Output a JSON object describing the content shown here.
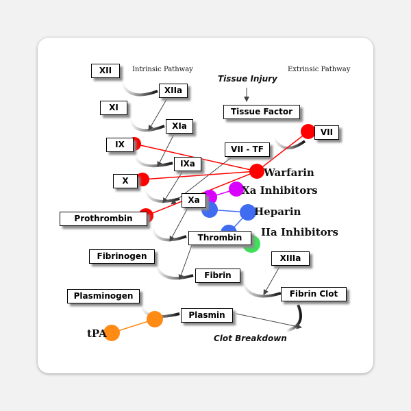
{
  "headings": {
    "intrinsic": "Intrinsic Pathway",
    "extrinsic": "Extrinsic Pathway",
    "tissue_injury": "Tissue Injury",
    "clot_breakdown": "Clot Breakdown"
  },
  "factors": {
    "xii": "XII",
    "xiia": "XIIa",
    "xi": "XI",
    "xia": "XIa",
    "ix": "IX",
    "ixa": "IXa",
    "x": "X",
    "xa": "Xa",
    "tissue_factor": "Tissue Factor",
    "vii": "VII",
    "vii_tf": "VII - TF",
    "prothrombin": "Prothrombin",
    "thrombin": "Thrombin",
    "fibrinogen": "Fibrinogen",
    "fibrin": "Fibrin",
    "xiiia": "XIIIa",
    "fibrin_clot": "Fibrin Clot",
    "plasminogen": "Plasminogen",
    "plasmin": "Plasmin"
  },
  "drugs": {
    "warfarin": "Warfarin",
    "xa_inhibitors": "Xa Inhibitors",
    "heparin": "Heparin",
    "iia_inhibitors": "IIa Inhibitors",
    "tpa": "tPA"
  },
  "colors": {
    "warfarin": "#ff0000",
    "xa_inhibitors": "#d800ff",
    "heparin": "#3f6cf0",
    "iia_inhibitors": "#3fe05a",
    "tpa": "#ff8a14"
  }
}
